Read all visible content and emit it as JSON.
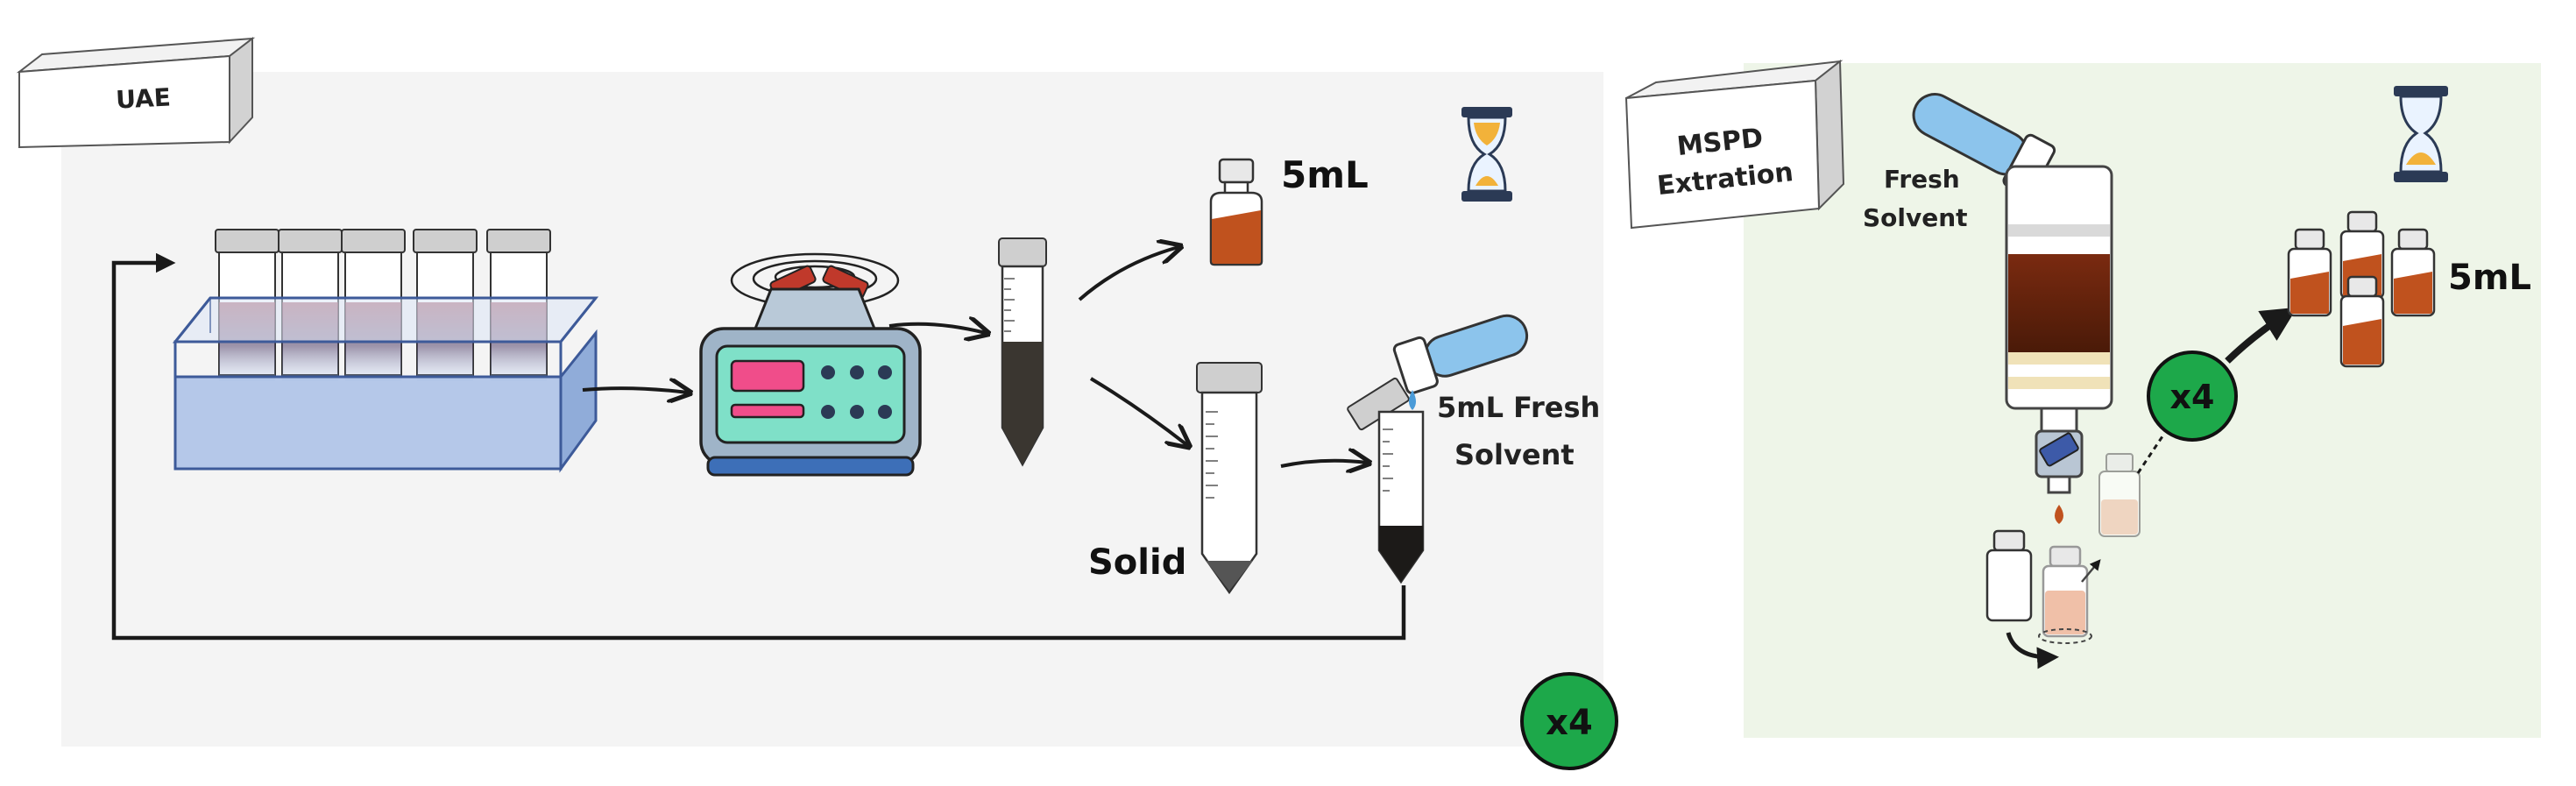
{
  "uae": {
    "label": "UAE",
    "vial_volume": "5mL",
    "fresh_solvent_line1": "5mL Fresh",
    "fresh_solvent_line2": "Solvent",
    "solid_label": "Solid",
    "repeat_badge": "x4",
    "panel_color": "#f4f4f4",
    "badge_color": "#1da84a"
  },
  "mspd": {
    "label_line1": "MSPD",
    "label_line2": "Extration",
    "fresh_solvent_line1": "Fresh",
    "fresh_solvent_line2": "Solvent",
    "vial_volume": "5mL",
    "repeat_badge": "x4",
    "panel_color": "#eef5e8",
    "badge_color": "#1da84a"
  },
  "colors": {
    "extract": "#c0521e",
    "solvent_blue": "#8cc4ec",
    "water_bath": "#a9c0e6",
    "hourglass_sand": "#f2b23a"
  }
}
